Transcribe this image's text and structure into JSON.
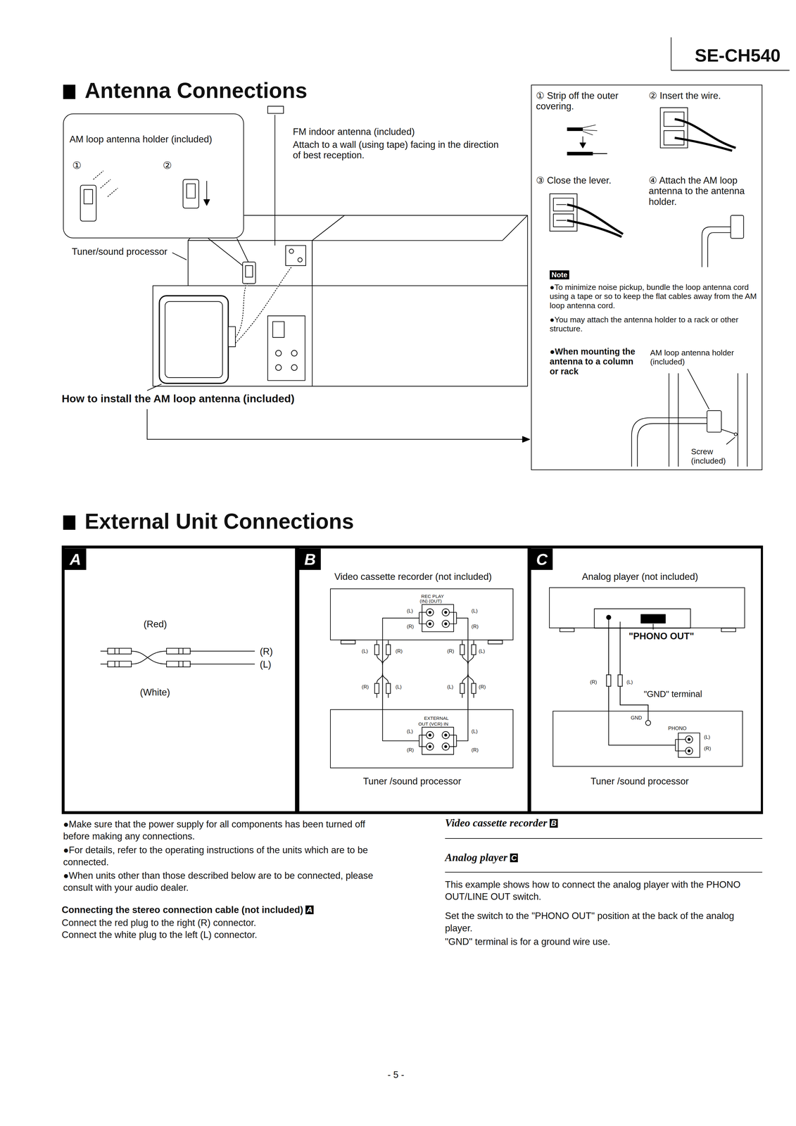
{
  "diagram": {
    "nodes": [
      {
        "text": [
          "AM loop antenna holder (included)",
          "①",
          "②"
        ]
      },
      {
        "text": [
          "① Strip off the outer covering.",
          "② Insert the wire.",
          "③ Close the lever.",
          "④ Attach the AM loop antenna to the antenna holder.",
          "Note",
          "●To minimize noise pickup, bundle the loop antenna cord using a tape or so to keep the flat cables away from the AM loop antenna cord.",
          "●You may attach the antenna holder to a rack or other structure.",
          "●When mounting the antenna to a column or rack",
          "AM loop antenna holder (included)",
          "Screw (included)"
        ]
      },
      {
        "text": [
          "A"
        ]
      },
      {
        "text": [
          "B"
        ]
      },
      {
        "text": [
          "Video cassette recorder (not included)",
          "REC PLAY",
          "(IN) (OUT)",
          "(L)",
          "(L)",
          "(R)",
          "(R)"
        ],
        "in": 3
      },
      {
        "text": [
          "Tuner /sound processor",
          "EXTERNAL",
          "OUT (VCR) IN",
          "(L)",
          "(L)",
          "(R)",
          "(R)"
        ],
        "in": 3
      },
      {
        "text": [
          "C"
        ]
      },
      {
        "text": [
          "Analog player (not included)"
        ],
        "in": 6
      },
      {
        "text": [
          "Tuner /sound processor",
          "GND",
          "PHONO",
          "(L)",
          "(R)"
        ],
        "in": 6
      }
    ],
    "edges": [
      {
        "from": 4,
        "to": 5,
        "arrow": "none"
      },
      {
        "from": 4,
        "to": 5,
        "arrow": "none"
      },
      {
        "from": 7,
        "to": 8,
        "arrow": "none"
      },
      {
        "from": 7,
        "to": 8,
        "arrow": "none"
      }
    ],
    "labels": [
      "SE-CH540",
      "Antenna Connections",
      "FM indoor antenna (included)",
      "Attach to a wall (using tape) facing in the direction of best reception.",
      "Tuner/sound processor",
      "How to install the AM loop antenna (included)",
      "External Unit Connections",
      "(Red)",
      "(R)",
      "(L)",
      "(White)",
      "(L)",
      "(R)",
      "(R)",
      "(L)",
      "(R)",
      "(L)",
      "(L)",
      "(R)",
      "\"PHONO OUT\"",
      "(R)",
      "(L)",
      "\"GND\" terminal",
      "●Make sure that the power supply for all components has been turned off before making any connections.",
      "●For details, refer to the operating instructions of the units which are to be connected.",
      "●When units other than those described below are to be connected, please consult with your audio dealer.",
      "Connecting the stereo connection cable (not included)",
      "A",
      "Connect the red plug to the right (R) connector.",
      "Connect the white plug to the left (L) connector.",
      "Video cassette recorder",
      "B",
      "Analog player",
      "C",
      "This example shows how to connect the analog player with the PHONO OUT/LINE OUT switch.",
      "Set the switch to the \"PHONO OUT\" position at the back of the analog player.",
      "\"GND\" terminal is for a ground wire use.",
      "- 5 -"
    ]
  }
}
